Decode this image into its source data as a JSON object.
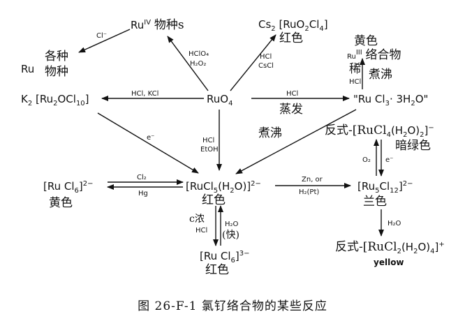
{
  "nodes": {
    "ru_iv": "Ru",
    "ru_iv_sup": "IV",
    "ru_iv_species": "物种s",
    "ru": "Ru",
    "ru_species_1": "各种",
    "ru_species_2": "物种",
    "cs2": "Cs",
    "cs2_sub": "2",
    "ruo2cl4": "[RuO",
    "ruo2cl4_s1": "2",
    "ruo2cl4_mid": "Cl",
    "ruo2cl4_s2": "4",
    "ruo2cl4_end": "]",
    "ruo2cl4_color": "红色",
    "yellow_complex_1": "黄色",
    "yellow_complex_ru": "Ru",
    "yellow_complex_sup": "III",
    "yellow_complex_2": "络合物",
    "k2": "K",
    "k2_sub": "2",
    "ru2ocl10_a": "[Ru",
    "ru2ocl10_s1": "2",
    "ru2ocl10_b": "OCl",
    "ru2ocl10_s2": "10",
    "ru2ocl10_c": "]",
    "ruo4": "RuO",
    "ruo4_sub": "4",
    "rucl3": "\"Ru Cl",
    "rucl3_sub": "3",
    "rucl3_end": "· 3H",
    "rucl3_sub2": "2",
    "rucl3_tail": "O\"",
    "trans_rucl4_pre": "反式-[RuCl",
    "trans_rucl4_s1": "4",
    "trans_rucl4_mid": "(H",
    "trans_rucl4_s2": "2",
    "trans_rucl4_mid2": "O)",
    "trans_rucl4_s3": "2",
    "trans_rucl4_end": "]",
    "trans_rucl4_charge": "−",
    "dark_green": "暗绿色",
    "rucl6": "[Ru Cl",
    "rucl6_sub": "6",
    "rucl6_end": "]",
    "rucl6_charge": "2−",
    "rucl6_color": "黄色",
    "rucl5": "[RuCl",
    "rucl5_sub": "5",
    "rucl5_mid": "(H",
    "rucl5_sub2": "2",
    "rucl5_end": "O)]",
    "rucl5_charge": "2−",
    "rucl5_color": "红色",
    "ru5cl12": "[Ru",
    "ru5cl12_s1": "5",
    "ru5cl12_mid": "Cl",
    "ru5cl12_s2": "12",
    "ru5cl12_end": "]",
    "ru5cl12_charge": "2−",
    "ru5cl12_color": "兰色",
    "rucl6_3": "[Ru Cl",
    "rucl6_3_sub": "6",
    "rucl6_3_end": "]",
    "rucl6_3_charge": "3−",
    "rucl6_3_color": "红色",
    "trans_rucl2_pre": "反式-[RuCl",
    "trans_rucl2_s1": "2",
    "trans_rucl2_mid": "(H",
    "trans_rucl2_s2": "2",
    "trans_rucl2_mid2": "O)",
    "trans_rucl2_s3": "4",
    "trans_rucl2_end": "]",
    "trans_rucl2_charge": "+",
    "yellow": "yellow"
  },
  "labels": {
    "cl_minus": "Cl⁻",
    "hclo4": "HClO₄",
    "h2o2": "H₂O₂",
    "hcl_cscl_1": "HCl",
    "hcl_cscl_2": "CsCl",
    "dilute": "稀",
    "hcl_boil": "HCl",
    "boil_1": "煮沸",
    "hcl_kcl": "HCl, KCl",
    "hcl_evap": "HCl",
    "evaporate": "蒸发",
    "e_minus": "e⁻",
    "boil_2": "煮沸",
    "hcl_etoh_1": "HCl",
    "hcl_etoh_2": "EtOH",
    "o2": "O₂",
    "e_minus_2": "e⁻",
    "cl2": "Cl₂",
    "hg": "Hg",
    "zn_or": "Zn, or",
    "h2pt": "H₂(Pt)",
    "conc": "c浓",
    "hcl_conc": "HCl",
    "h2o_fast": "H₂O",
    "fast": "(快)",
    "h2o": "H₂O"
  },
  "caption": "图 26-F-1   氯钌络合物的某些反应"
}
